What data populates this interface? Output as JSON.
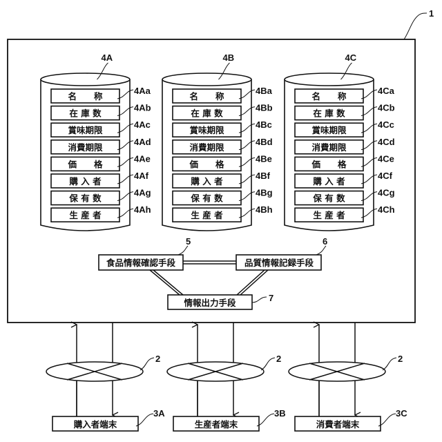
{
  "system": {
    "ref": "1"
  },
  "databases": [
    {
      "ref": "4A",
      "fields": [
        {
          "label": "名　　称",
          "ref": "4Aa"
        },
        {
          "label": "在 庫 数",
          "ref": "4Ab"
        },
        {
          "label": "賞味期限",
          "ref": "4Ac"
        },
        {
          "label": "消費期限",
          "ref": "4Ad"
        },
        {
          "label": "価　　格",
          "ref": "4Ae"
        },
        {
          "label": "購 入 者",
          "ref": "4Af"
        },
        {
          "label": "保 有 数",
          "ref": "4Ag"
        },
        {
          "label": "生 産 者",
          "ref": "4Ah"
        }
      ]
    },
    {
      "ref": "4B",
      "fields": [
        {
          "label": "名　　称",
          "ref": "4Ba"
        },
        {
          "label": "在 庫 数",
          "ref": "4Bb"
        },
        {
          "label": "賞味期限",
          "ref": "4Bc"
        },
        {
          "label": "消費期限",
          "ref": "4Bd"
        },
        {
          "label": "価　　格",
          "ref": "4Be"
        },
        {
          "label": "購 入 者",
          "ref": "4Bf"
        },
        {
          "label": "保 有 数",
          "ref": "4Bg"
        },
        {
          "label": "生 産 者",
          "ref": "4Bh"
        }
      ]
    },
    {
      "ref": "4C",
      "fields": [
        {
          "label": "名　　称",
          "ref": "4Ca"
        },
        {
          "label": "在 庫 数",
          "ref": "4Cb"
        },
        {
          "label": "賞味期限",
          "ref": "4Cc"
        },
        {
          "label": "消費期限",
          "ref": "4Cd"
        },
        {
          "label": "価　　格",
          "ref": "4Ce"
        },
        {
          "label": "購 入 者",
          "ref": "4Cf"
        },
        {
          "label": "保 有 数",
          "ref": "4Cg"
        },
        {
          "label": "生 産 者",
          "ref": "4Ch"
        }
      ]
    }
  ],
  "means": {
    "food_check": {
      "label": "食品情報確認手段",
      "ref": "5"
    },
    "quality_record": {
      "label": "品質情報記録手段",
      "ref": "6"
    },
    "info_output": {
      "label": "情報出力手段",
      "ref": "7"
    }
  },
  "networks": [
    {
      "ref": "2"
    },
    {
      "ref": "2"
    },
    {
      "ref": "2"
    }
  ],
  "terminals": [
    {
      "label": "購入者端末",
      "ref": "3A"
    },
    {
      "label": "生産者端末",
      "ref": "3B"
    },
    {
      "label": "消費者端末",
      "ref": "3C"
    }
  ]
}
